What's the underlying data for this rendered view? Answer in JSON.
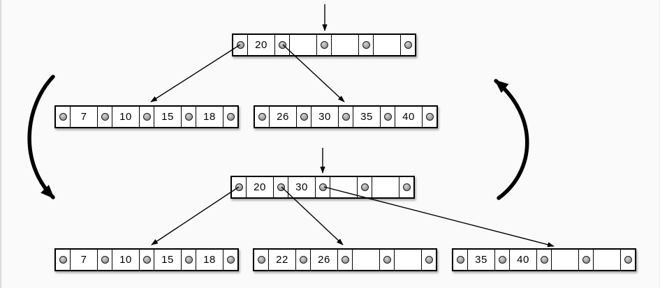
{
  "diagram": {
    "type": "btree-insert-split",
    "states": [
      "before",
      "after"
    ],
    "nodes": [
      {
        "id": "root-before",
        "role": "root node (before split)",
        "keys": [
          "20",
          "",
          "",
          ""
        ]
      },
      {
        "id": "left-child-before",
        "role": "left leaf (before split)",
        "keys": [
          "7",
          "10",
          "15",
          "18"
        ]
      },
      {
        "id": "right-child-before",
        "role": "right leaf (before split)",
        "keys": [
          "26",
          "30",
          "35",
          "40"
        ]
      },
      {
        "id": "root-after",
        "role": "root node (after split)",
        "keys": [
          "20",
          "30",
          "",
          ""
        ]
      },
      {
        "id": "left-child-after",
        "role": "left leaf (after split)",
        "keys": [
          "7",
          "10",
          "15",
          "18"
        ]
      },
      {
        "id": "middle-child-after",
        "role": "middle leaf (after split)",
        "keys": [
          "22",
          "26",
          "",
          ""
        ]
      },
      {
        "id": "right-child-after",
        "role": "right leaf (after split)",
        "keys": [
          "35",
          "40",
          "",
          ""
        ]
      }
    ],
    "pointer_slots_per_node": 5,
    "key_slots_per_node": 4,
    "icons": {
      "insert_arrow": "down-arrow",
      "transform_left": "thick-curved-arrow-down",
      "transform_right": "thick-curved-arrow-up",
      "pointer_dot": "gray-circle"
    },
    "colors": {
      "background": "#fafafa",
      "node_fill": "#ffffff",
      "node_border": "#000000",
      "pointer_dot": "#9e9e9e",
      "arrow": "#000000"
    }
  }
}
